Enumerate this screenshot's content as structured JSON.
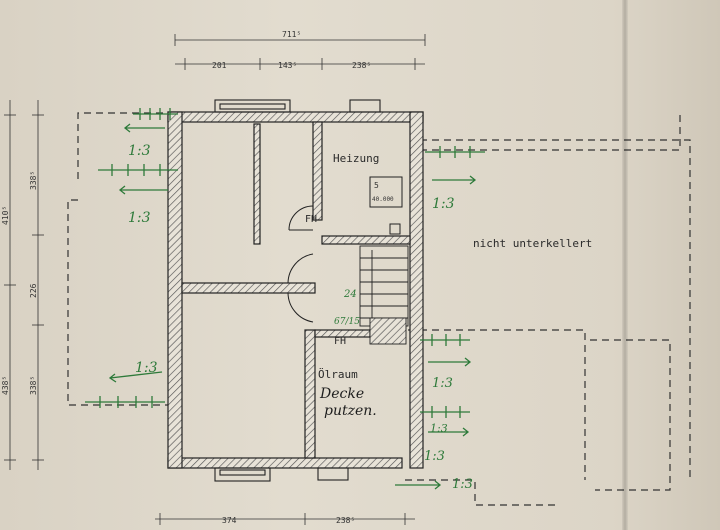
{
  "rooms": {
    "heizung": "Heizung",
    "oelraum": "Ölraum",
    "fh_top": "FH",
    "fh_bottom": "FH",
    "tank_label": "5",
    "tank_note": "40.000"
  },
  "notes": {
    "unterkellert": "nicht unterkellert",
    "decke_line1": "Decke",
    "decke_line2": "putzen.",
    "stair_code_top": "24",
    "stair_code_bottom": "67/15"
  },
  "dimensions": {
    "top_total": "711⁵",
    "top_seg1": "201",
    "top_seg2": "143⁵",
    "top_seg3": "238⁵",
    "bottom_seg1": "374",
    "bottom_seg2": "238⁵",
    "left_a": "410⁵",
    "left_b": "338⁵",
    "left_c": "226",
    "left_d": "438⁵",
    "left_e": "338⁵"
  },
  "scale_marks": {
    "m1": "1:3",
    "m2": "1:3",
    "m3": "1:3",
    "m4": "1:3",
    "m5": "1:3",
    "m6": "1:3",
    "m7": "1:3",
    "m8": "1:3"
  },
  "colors": {
    "paper": "#e2dccf",
    "ink": "#2a2a2a",
    "green_ink": "#2e7a3a"
  }
}
